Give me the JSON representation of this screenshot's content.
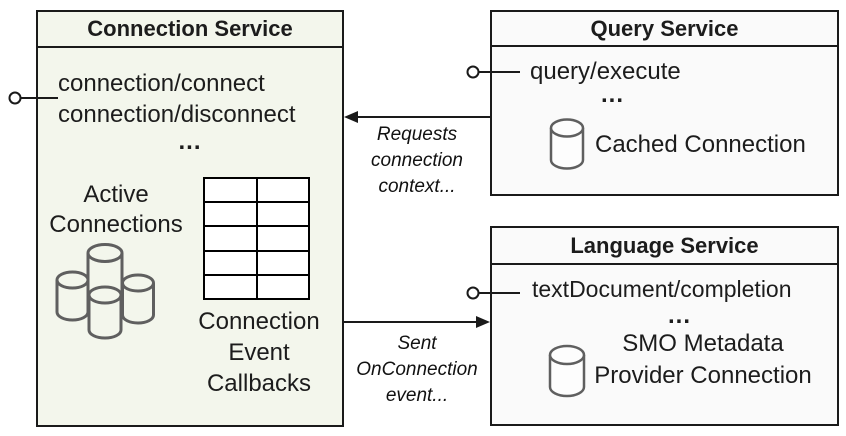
{
  "diagram": {
    "connection_service": {
      "title": "Connection Service",
      "methods": "connection/connect\nconnection/disconnect",
      "ellipsis": "...",
      "active_connections": "Active\nConnections",
      "callbacks": "Connection\nEvent\nCallbacks"
    },
    "query_service": {
      "title": "Query Service",
      "method": "query/execute",
      "ellipsis": "...",
      "cached_connection": "Cached Connection"
    },
    "language_service": {
      "title": "Language Service",
      "method": "textDocument/completion",
      "ellipsis": "...",
      "smo_metadata": "SMO Metadata\nProvider Connection"
    },
    "arrows": {
      "requests": "Requests\nconnection\ncontext...",
      "sent": "Sent\nOnConnection\nevent..."
    },
    "colors": {
      "connection_fill": "#f3f6ec",
      "service_fill": "#fafafa",
      "border": "#1a1a1a",
      "icon_stroke": "#5f5f5f"
    }
  }
}
